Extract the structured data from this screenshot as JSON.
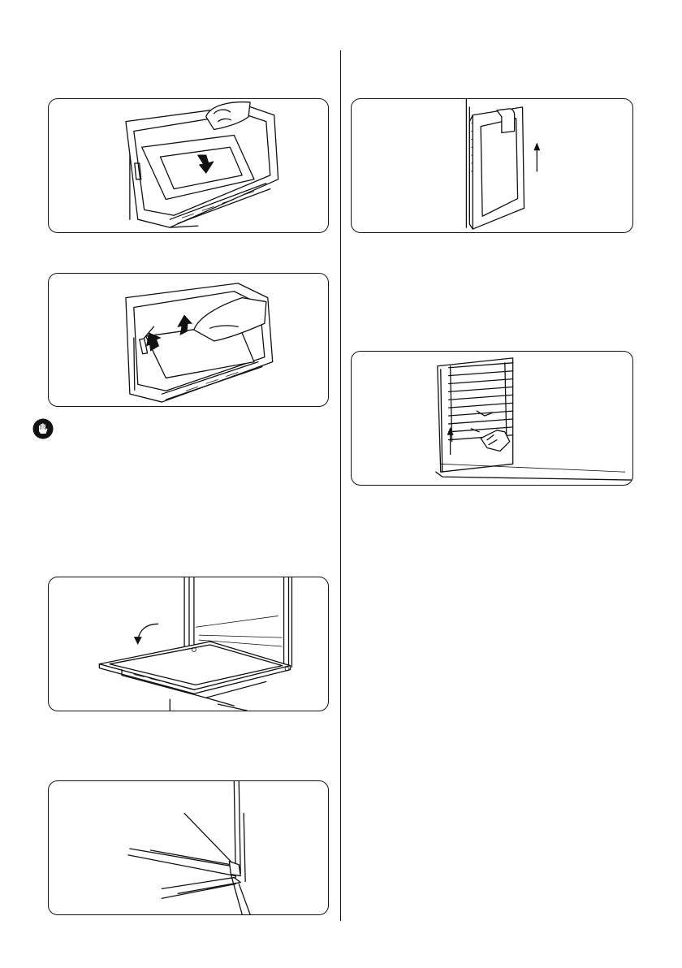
{
  "figures": [
    {
      "id": "remove-glass-pull-down",
      "icon": "arrow-down-icon"
    },
    {
      "id": "insert-glass-push-up",
      "icon": "arrow-up-icon"
    },
    {
      "id": "door-lowering",
      "icon": "curved-arrow-icon"
    },
    {
      "id": "door-hinge-detail",
      "icon": "pointer-line-icon"
    },
    {
      "id": "door-lift-off",
      "icon": "arrow-up-icon"
    },
    {
      "id": "side-rack-removal",
      "icon": "arrow-up-icon"
    }
  ],
  "warning": {
    "icon": "stop-hand-icon"
  }
}
